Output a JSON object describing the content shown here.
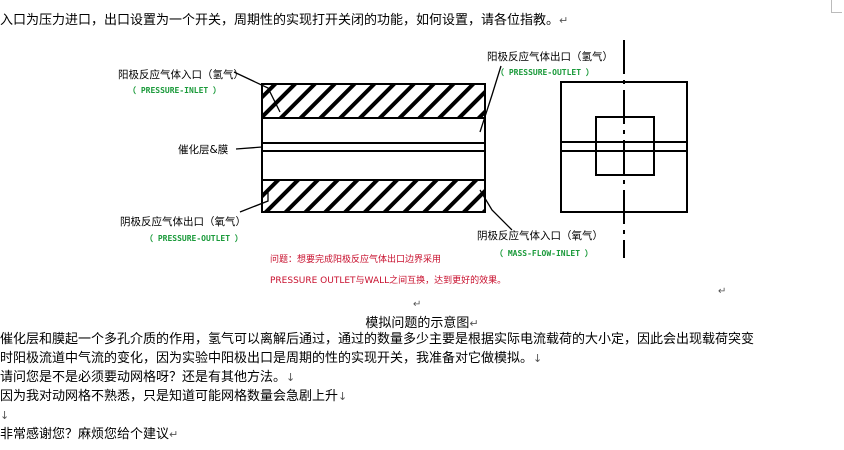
{
  "intro": "入口为压力进口，出口设置为一个开关，周期性的实现打开关闭的功能，如何设置，请各位指教。",
  "diagram": {
    "anode_inlet": "阳极反应气体入口（氢气）",
    "anode_inlet_bc": "（ PRESSURE-INLET ）",
    "anode_outlet": "阳极反应气体出口（氢气）",
    "anode_outlet_bc": "（ PRESSURE-OUTLET ）",
    "catalyst": "催化层&膜",
    "cathode_outlet": "阴极反应气体出口（氧气）",
    "cathode_outlet_bc": "（ PRESSURE-OUTLET ）",
    "cathode_inlet": "阴极反应气体入口（氧气）",
    "cathode_inlet_bc": "（ MASS-FLOW-INLET ）",
    "question_1": "问题：想要完成阳极反应气体出口边界采用",
    "question_2": "PRESSURE OUTLET与WALL之间互换，达到更好的效果。"
  },
  "caption": "模拟问题的示意图",
  "body": {
    "p1a": "催化层和膜起一个多孔介质的作用，氢气可以离解后通过，通过的数量多少主要是根据实际电流载荷的大小定，因此会出现载荷突变",
    "p1b": "时阳极流道中气流的变化，因为实验中阳极出口是周期的性的实现开关，我准备对它做模拟。",
    "p2": "请问您是不是必须要动网格呀？还是有其他方法。",
    "p3": "因为我对动网格不熟悉，只是知道可能网格数量会急剧上升",
    "p5": "非常感谢您？麻烦您给个建议"
  },
  "marks": {
    "para": "↵",
    "line": "↓"
  }
}
